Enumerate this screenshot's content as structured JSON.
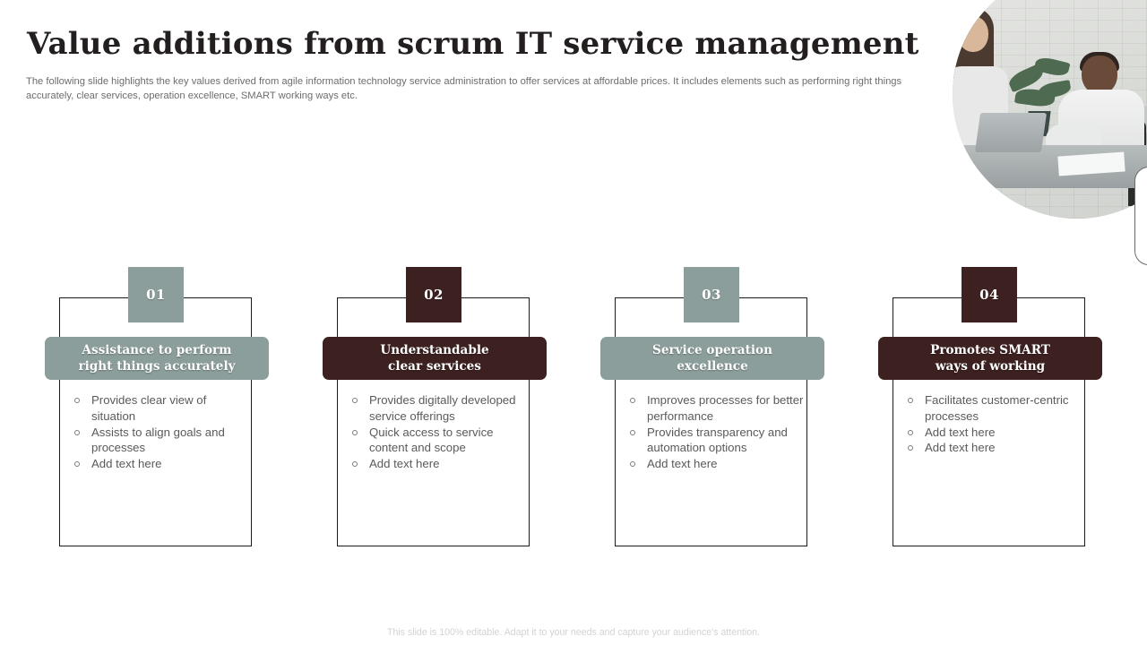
{
  "slide": {
    "title": "Value additions from scrum IT service management",
    "subtitle": "The following slide highlights the key values derived from agile information technology service administration to offer services at affordable prices. It includes elements such as performing right things accurately, clear services, operation excellence, SMART  working ways etc.",
    "footer": "This slide is 100% editable. Adapt it to your needs and capture your audience's attention."
  },
  "colors": {
    "sage": "#8b9e9b",
    "maroon": "#3d2020",
    "title_text": "#231f1f",
    "body_text": "#5a5a5a",
    "subtitle_text": "#6d6d6d",
    "footer_text": "#d3d3d3",
    "outline": "#1b1b1b",
    "background": "#ffffff"
  },
  "photo": {
    "alt": "Two colleagues working at a desk with laptops in a white brick office"
  },
  "cards": [
    {
      "number": "01",
      "title_line1": "Assistance to perform",
      "title_line2": "right things accurately",
      "accent": "#8b9e9b",
      "bullets": [
        "Provides clear  view of situation",
        "Assists to align goals and processes",
        "Add text here"
      ]
    },
    {
      "number": "02",
      "title_line1": "Understandable",
      "title_line2": "clear services",
      "accent": "#3d2020",
      "bullets": [
        "Provides digitally developed  service offerings",
        "Quick access to service content and scope",
        "Add text here"
      ]
    },
    {
      "number": "03",
      "title_line1": "Service operation",
      "title_line2": "excellence",
      "accent": "#8b9e9b",
      "bullets": [
        "Improves processes for better performance",
        "Provides transparency and automation options",
        "Add text here"
      ]
    },
    {
      "number": "04",
      "title_line1": "Promotes SMART",
      "title_line2": "ways of working",
      "accent": "#3d2020",
      "bullets": [
        "Facilitates customer-centric processes",
        "Add text here",
        "Add text here"
      ]
    }
  ]
}
